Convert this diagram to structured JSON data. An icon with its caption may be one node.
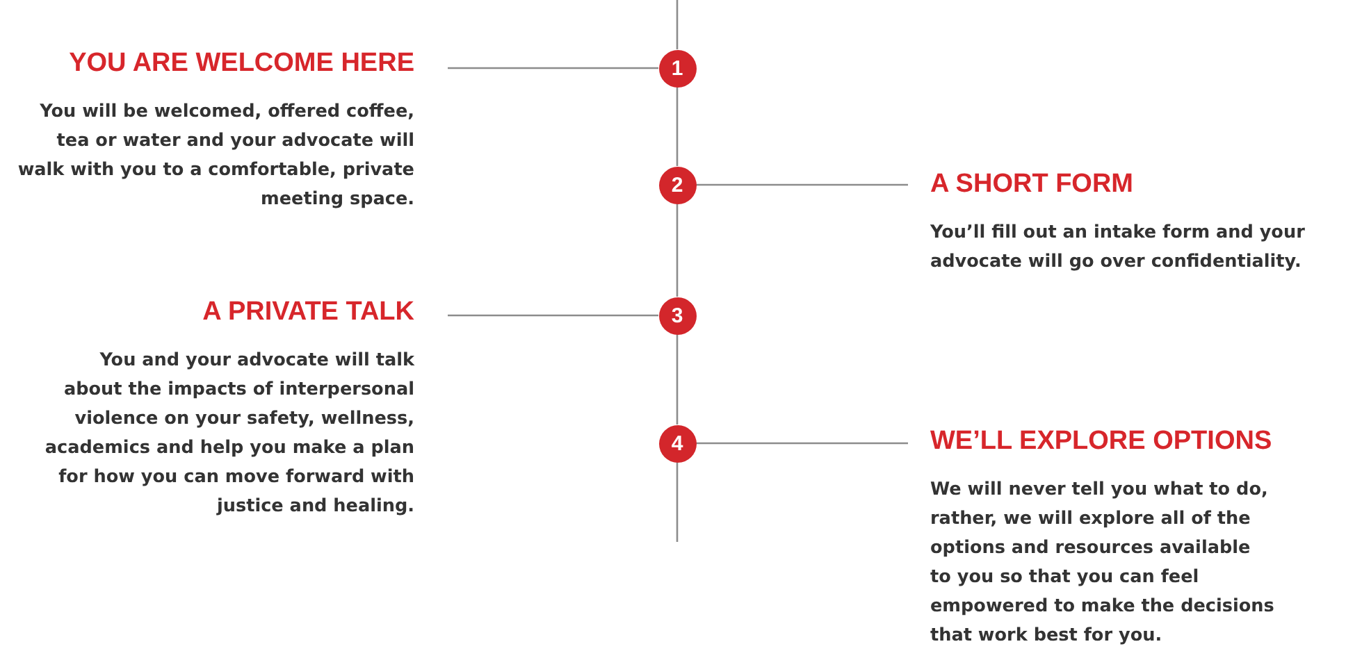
{
  "diagram": {
    "nodes": [
      {
        "text": [
          "1"
        ]
      },
      {
        "text": [
          "YOU ARE WELCOME HERE",
          "You will be welcomed, offered coffee, tea or water and your advocate will walk with you to a comfortable, private meeting space."
        ]
      },
      {
        "text": [
          "2"
        ]
      },
      {
        "text": [
          "A SHORT FORM",
          "You’ll fill out an intake form and your advocate will go over confidentiality."
        ]
      },
      {
        "text": [
          "3"
        ]
      },
      {
        "text": [
          "A PRIVATE TALK",
          "You and your advocate will talk about the impacts of interpersonal violence on your safety, wellness, academics and help you make a plan for how you can move forward with justice and healing."
        ]
      },
      {
        "text": [
          "4"
        ]
      },
      {
        "text": [
          "WE’LL EXPLORE OPTIONS",
          "We will never tell you what to do, rather, we will explore all of the options and resources available to you so that you can feel empowered to make the decisions that work best for you."
        ]
      }
    ],
    "edges": [
      {
        "from": null,
        "to": 0,
        "arrow": "none"
      },
      {
        "from": 0,
        "to": 2,
        "arrow": "none"
      },
      {
        "from": 2,
        "to": 4,
        "arrow": "none"
      },
      {
        "from": 4,
        "to": 6,
        "arrow": "none"
      },
      {
        "from": 6,
        "to": null,
        "arrow": "none"
      },
      {
        "from": 1,
        "to": 0,
        "arrow": "none"
      },
      {
        "from": 2,
        "to": 3,
        "arrow": "none"
      },
      {
        "from": 5,
        "to": 4,
        "arrow": "none"
      },
      {
        "from": 6,
        "to": 7,
        "arrow": "none"
      }
    ]
  }
}
